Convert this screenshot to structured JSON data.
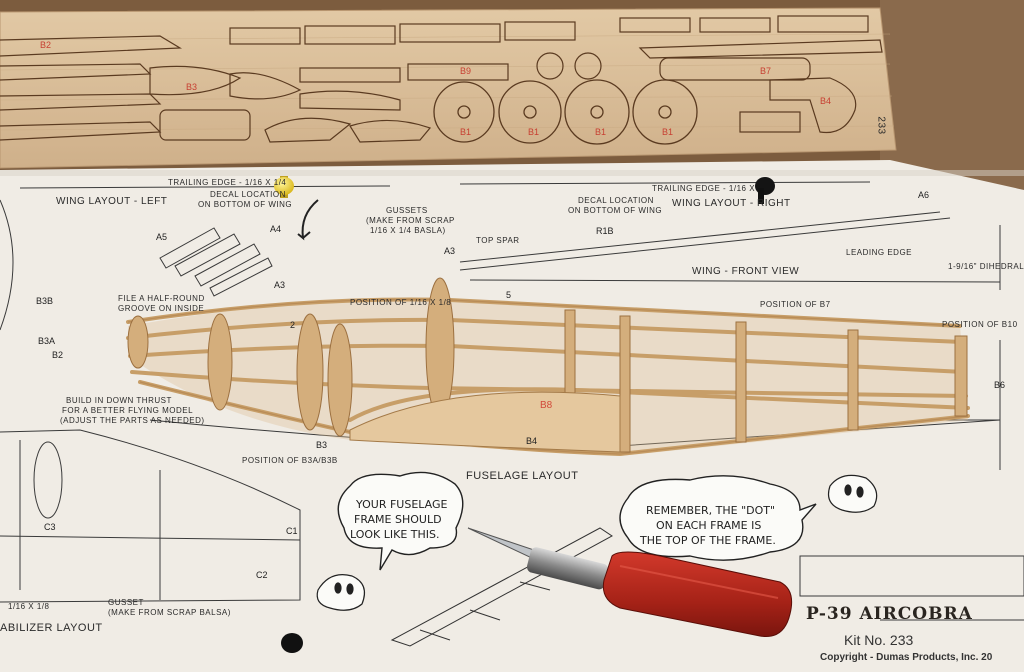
{
  "plan": {
    "wing_layout_left": "WING LAYOUT - LEFT",
    "wing_layout_right": "WING LAYOUT - RIGHT",
    "trailing_edge_left": "TRAILING EDGE - 1/16 X 1/4",
    "trailing_edge_right": "TRAILING EDGE - 1/16 X",
    "decal_location_left": "DECAL LOCATION",
    "decal_location_left2": "ON BOTTOM OF WING",
    "decal_location_right": "DECAL LOCATION",
    "decal_location_right2": "ON BOTTOM OF WING",
    "gussets_1": "GUSSETS",
    "gussets_2": "(MAKE FROM SCRAP",
    "gussets_3": "1/16 X 1/4 BASLA)",
    "top_spar": "TOP SPAR",
    "wing_front_view": "WING - FRONT VIEW",
    "leading_edge": "LEADING EDGE",
    "dihedral": "1-9/16\" DIHEDRAL",
    "position_b7": "POSITION OF B7",
    "position_b10": "POSITION OF B10",
    "position_116": "POSITION OF 1/16 X 1/8",
    "file_half_round_1": "FILE A HALF-ROUND",
    "file_half_round_2": "GROOVE ON INSIDE",
    "build_down_1": "BUILD IN DOWN THRUST",
    "build_down_2": "FOR A BETTER FLYING MODEL",
    "build_down_3": "(ADJUST THE PARTS AS NEEDED)",
    "position_b3a": "POSITION OF B3A/B3B",
    "fuselage_layout": "FUSELAGE LAYOUT",
    "stabilizer_layout": "ABILIZER LAYOUT",
    "gusset_scrap": "GUSSET",
    "gusset_scrap2": "(MAKE FROM SCRAP BALSA)",
    "small_116": "1/16 X 1/8",
    "bubble_left_1": "YOUR FUSELAGE",
    "bubble_left_2": "FRAME SHOULD",
    "bubble_left_3": "LOOK LIKE THIS.",
    "bubble_right_1": "REMEMBER, THE \"DOT\"",
    "bubble_right_2": "ON EACH FRAME IS",
    "bubble_right_3": "THE TOP OF THE FRAME.",
    "title": "P-39 AIRCOBRA",
    "kit_no": "Kit No. 233",
    "copyright": "Copyright - Dumas Products, Inc. 20",
    "sheet_number": "233",
    "label_b8": "B8",
    "part_a5": "A5",
    "part_a4": "A4",
    "part_a3": "A3",
    "part_a3b": "A3",
    "part_a6": "A6",
    "part_r1b": "R1B",
    "part_b3b": "B3B",
    "part_b3a": "B3A",
    "part_b2": "B2",
    "part_b3": "B3",
    "part_b4": "B4",
    "part_b6": "B6",
    "part_c1": "C1",
    "part_c2": "C2",
    "part_c3": "C3",
    "part_5": "5",
    "part_2": "2"
  },
  "colors": {
    "workbench": "#7a5a3c",
    "balsa": "#dcc09a",
    "paper": "#f1ede6",
    "knife_handle": "#b3271d",
    "pin_yellow": "#e8c92a",
    "pin_black": "#151515"
  },
  "icons": [
    "pushpin-icon",
    "hobby-knife-icon"
  ]
}
